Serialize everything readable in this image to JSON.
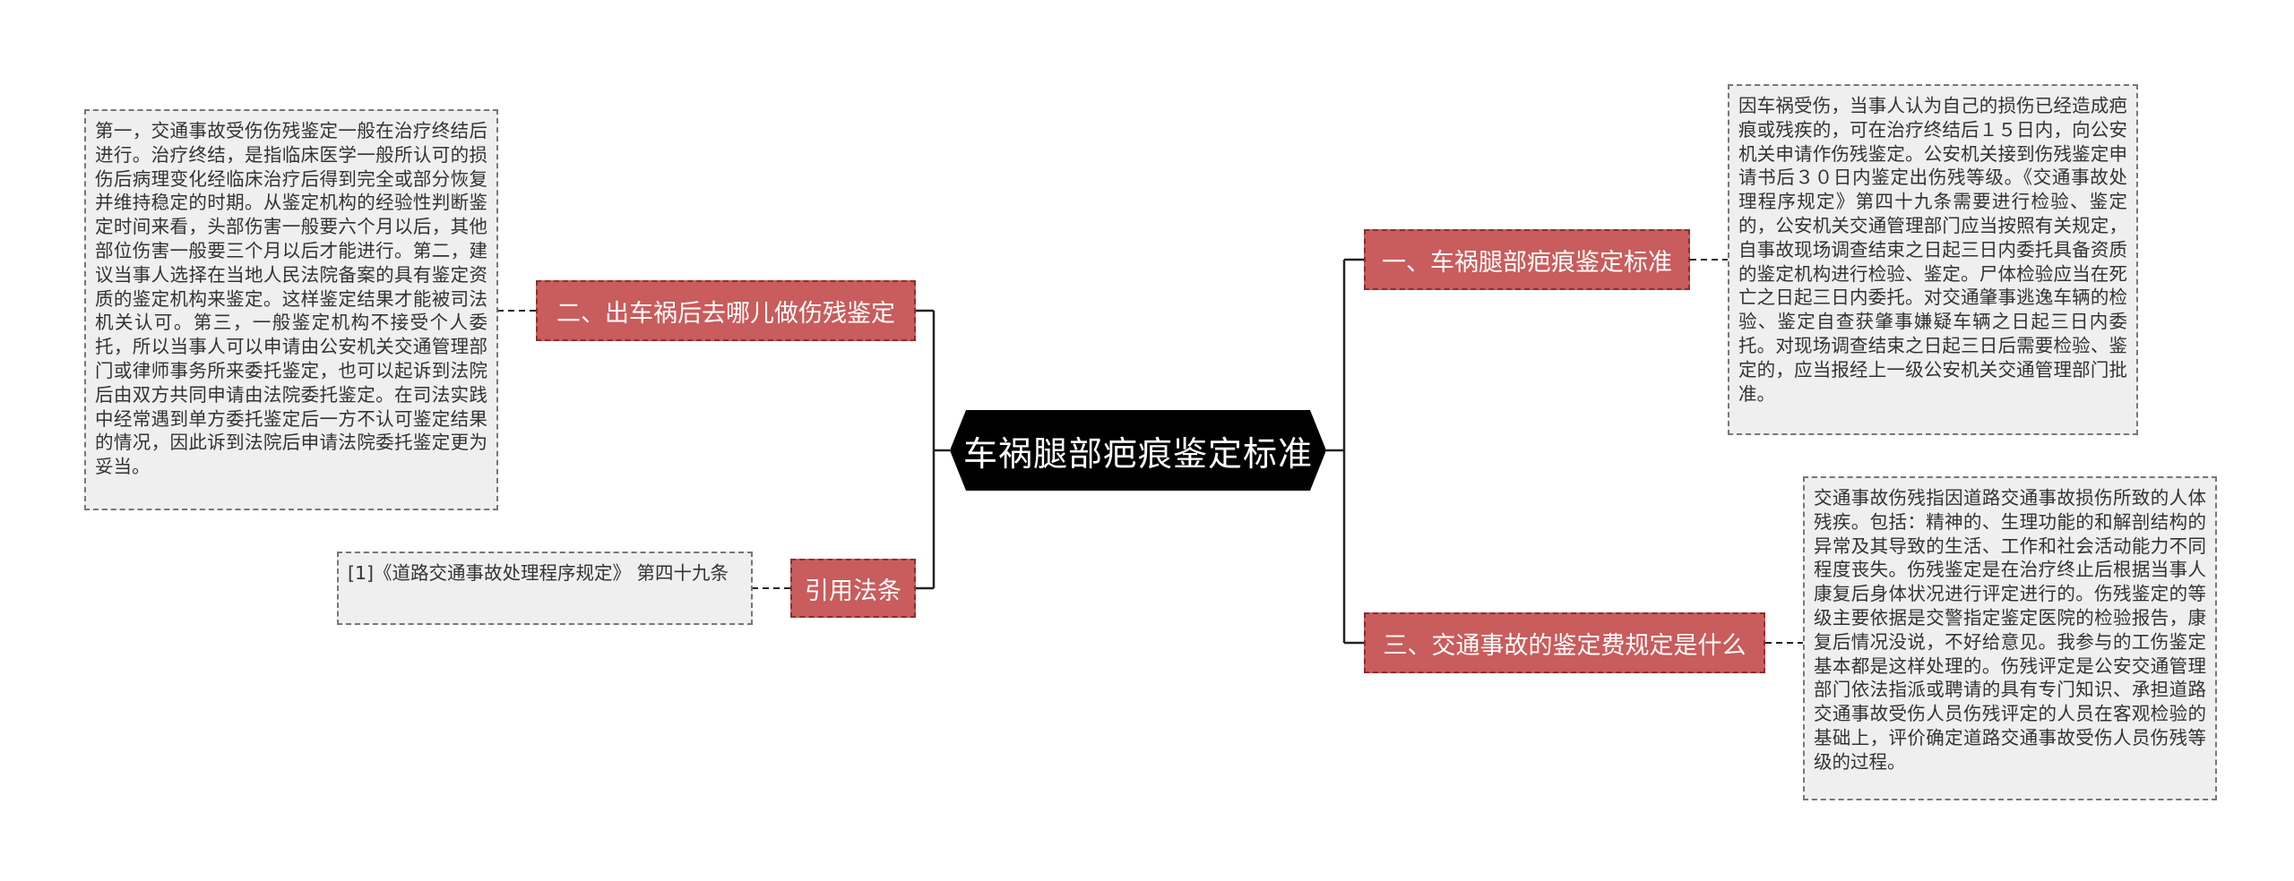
{
  "center": {
    "title": "车祸腿部疤痕鉴定标准"
  },
  "topics": {
    "t1": "一、车祸腿部疤痕鉴定标准",
    "t2": "二、出车祸后去哪儿做伤残鉴定",
    "t3": "三、交通事故的鉴定费规定是什么",
    "t4": "引用法条"
  },
  "details": {
    "d1": "因车祸受伤，当事人认为自己的损伤已经造成疤痕或残疾的，可在治疗终结后１５日内，向公安机关申请作伤残鉴定。公安机关接到伤残鉴定申请书后３０日内鉴定出伤残等级。《交通事故处理程序规定》第四十九条需要进行检验、鉴定的，公安机关交通管理部门应当按照有关规定，自事故现场调查结束之日起三日内委托具备资质的鉴定机构进行检验、鉴定。尸体检验应当在死亡之日起三日内委托。对交通肇事逃逸车辆的检验、鉴定自查获肇事嫌疑车辆之日起三日内委托。对现场调查结束之日起三日后需要检验、鉴定的，应当报经上一级公安机关交通管理部门批准。",
    "d2": "第一，交通事故受伤伤残鉴定一般在治疗终结后进行。治疗终结，是指临床医学一般所认可的损伤后病理变化经临床治疗后得到完全或部分恢复并维持稳定的时期。从鉴定机构的经验性判断鉴定时间来看，头部伤害一般要六个月以后，其他部位伤害一般要三个月以后才能进行。第二，建议当事人选择在当地人民法院备案的具有鉴定资质的鉴定机构来鉴定。这样鉴定结果才能被司法机关认可。第三，一般鉴定机构不接受个人委托，所以当事人可以申请由公安机关交通管理部门或律师事务所来委托鉴定，也可以起诉到法院后由双方共同申请由法院委托鉴定。在司法实践中经常遇到单方委托鉴定后一方不认可鉴定结果的情况，因此诉到法院后申请法院委托鉴定更为妥当。",
    "d3": "交通事故伤残指因道路交通事故损伤所致的人体残疾。包括：精神的、生理功能的和解剖结构的异常及其导致的生活、工作和社会活动能力不同程度丧失。伤残鉴定是在治疗终止后根据当事人康复后身体状况进行评定进行的。伤残鉴定的等级主要依据是交警指定鉴定医院的检验报告，康复后情况没说，不好给意见。我参与的工伤鉴定基本都是这样处理的。伤残评定是公安交通管理部门依法指派或聘请的具有专门知识、承担道路交通事故受伤人员伤残评定的人员在客观检验的基础上，评价确定道路交通事故受伤人员伤残等级的过程。",
    "d4": "[1]《道路交通事故处理程序规定》 第四十九条"
  }
}
